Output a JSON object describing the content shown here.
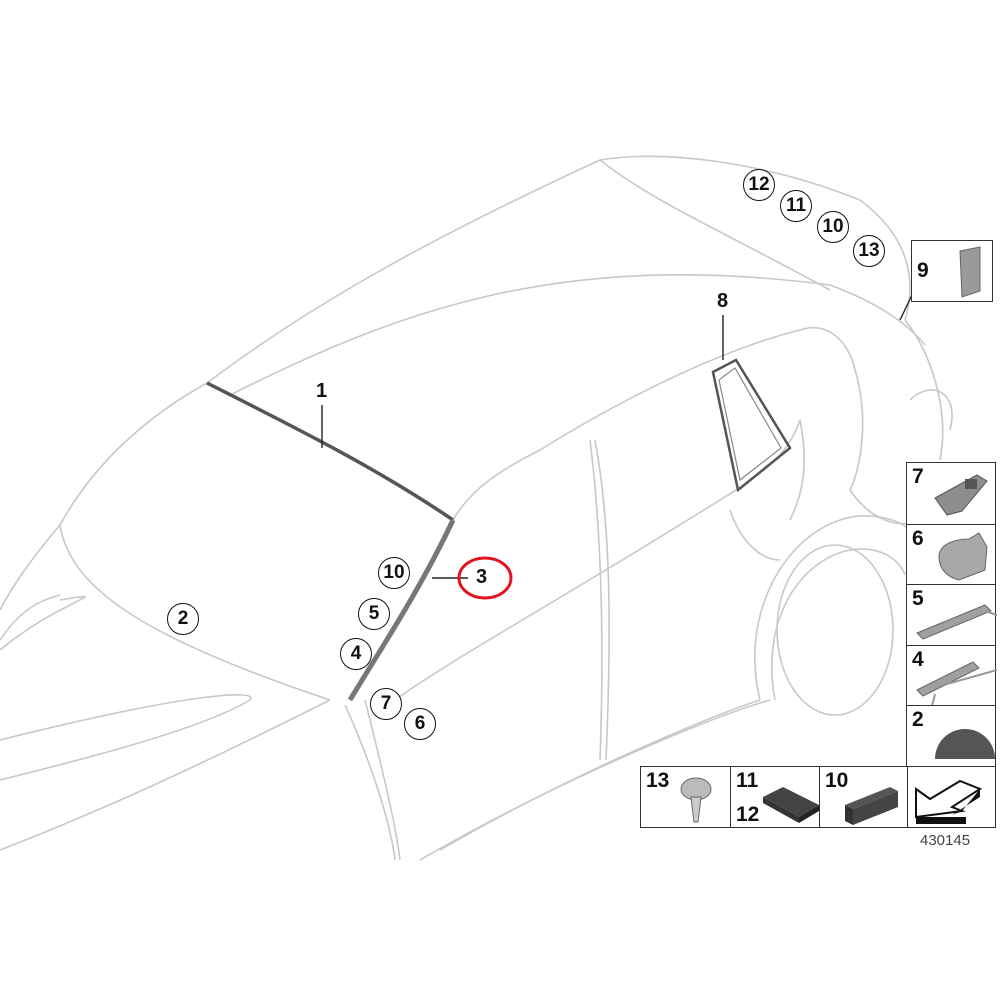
{
  "diagram_id": "430145",
  "callouts": {
    "top_12": "12",
    "top_11": "11",
    "top_10": "10",
    "top_13": "13",
    "windshield_2": "2",
    "pillar_10": "10",
    "pillar_5": "5",
    "pillar_4": "4",
    "pillar_7": "7",
    "pillar_6": "6"
  },
  "labels": {
    "part_1": "1",
    "part_3": "3",
    "part_8": "8",
    "part_9": "9"
  },
  "highlight": {
    "part": "3",
    "color": "#e0141e"
  },
  "parts_panel": {
    "column": [
      {
        "num": "7"
      },
      {
        "num": "6"
      },
      {
        "num": "5"
      },
      {
        "num": "4"
      },
      {
        "num": "2"
      }
    ],
    "row": [
      {
        "num": "13"
      },
      {
        "num": "11",
        "num2": "12"
      },
      {
        "num": "10"
      }
    ]
  }
}
